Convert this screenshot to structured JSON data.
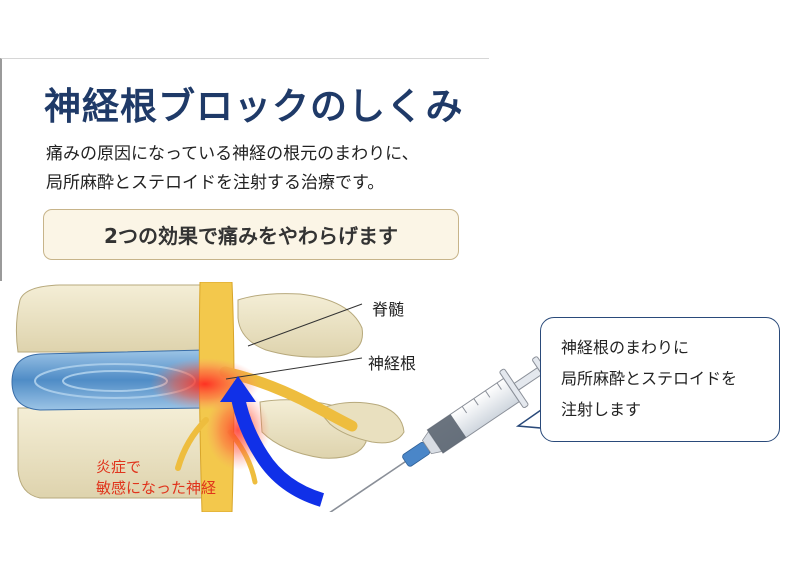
{
  "title": "神経根ブロックのしくみ",
  "description": {
    "line1": "痛みの原因になっている神経の根元のまわりに、",
    "line2": "局所麻酔とステロイドを注射する治療です。"
  },
  "effect_box": "2つの効果で痛みをやわらげます",
  "labels": {
    "spinal_cord": "脊髄",
    "nerve_root": "神経根",
    "inflamed_line1": "炎症で",
    "inflamed_line2": "敏感になった神経"
  },
  "callout": {
    "line1": "神経根のまわりに",
    "line2": "局所麻酔とステロイドを",
    "line3": "注射します"
  },
  "colors": {
    "title": "#1f3a68",
    "box_bg": "#fbf5e6",
    "box_border": "#c7b48a",
    "nerve": "#f2c245",
    "disc": "#5a92c8",
    "inflammation": "#ff3b30",
    "arrow": "#1030e8",
    "bone": "#ece4c6"
  }
}
